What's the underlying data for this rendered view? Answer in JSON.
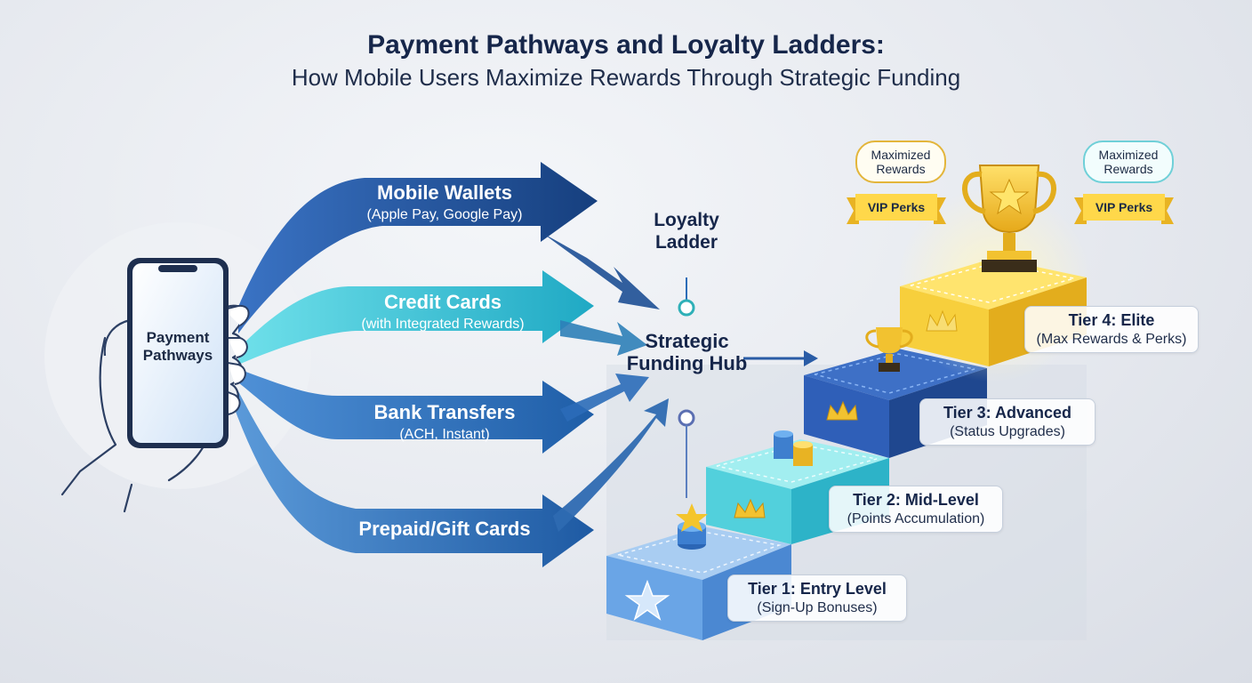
{
  "title": "Payment Pathways and Loyalty Ladders:",
  "subtitle": "How Mobile Users Maximize Rewards Through Strategic Funding",
  "phone": {
    "label": "Payment Pathways"
  },
  "pathways": [
    {
      "title": "Mobile Wallets",
      "subtitle": "(Apple Pay, Google Pay)"
    },
    {
      "title": "Credit Cards",
      "subtitle": "(with Integrated Rewards)"
    },
    {
      "title": "Bank Transfers",
      "subtitle": "(ACH, Instant)"
    },
    {
      "title": "Prepaid/Gift Cards",
      "subtitle": ""
    }
  ],
  "hub": {
    "label": "Strategic Funding Hub"
  },
  "ladder": {
    "label": "Loyalty Ladder"
  },
  "tiers": [
    {
      "title": "Tier 1: Entry Level",
      "desc": "(Sign-Up Bonuses)"
    },
    {
      "title": "Tier 2: Mid-Level",
      "desc": "(Points Accumulation)"
    },
    {
      "title": "Tier 3: Advanced",
      "desc": "(Status Upgrades)"
    },
    {
      "title": "Tier 4: Elite",
      "desc": "(Max Rewards & Perks)"
    }
  ],
  "badges": {
    "left_pill": "Maximized Rewards",
    "right_pill": "Maximized Rewards",
    "left_ribbon": "VIP Perks",
    "right_ribbon": "VIP Perks"
  },
  "icons": [
    "smartphone-icon",
    "hand-icon",
    "star-icon",
    "crown-icon",
    "coin-stack-icon",
    "trophy-icon"
  ],
  "colors": {
    "navy": "#1d4f95",
    "cyan": "#3fc6d6",
    "blue": "#2b6cb8",
    "gold": "#f2c230",
    "title": "#16264a"
  }
}
